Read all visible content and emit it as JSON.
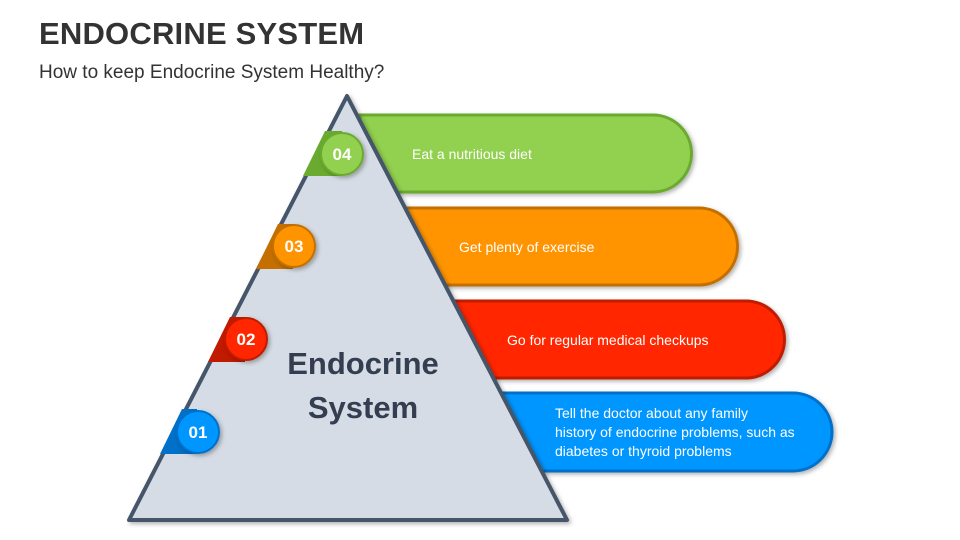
{
  "header": {
    "title": "ENDOCRINE SYSTEM",
    "subtitle": "How to keep Endocrine System Healthy?"
  },
  "pyramid": {
    "label_line1": "Endocrine",
    "label_line2": "System"
  },
  "steps": [
    {
      "number": "04",
      "text": "Eat a nutritious diet",
      "color": "#92d050",
      "dark": "#6aaa2f"
    },
    {
      "number": "03",
      "text": "Get plenty of exercise",
      "color": "#ff9400",
      "dark": "#c46f00"
    },
    {
      "number": "02",
      "text": "Go for regular medical checkups",
      "color": "#ff2600",
      "dark": "#c01a00"
    },
    {
      "number": "01",
      "text_lines": [
        "Tell the doctor about any family",
        "history of endocrine problems, such as",
        "diabetes or thyroid problems"
      ],
      "color": "#0096ff",
      "dark": "#0070c8"
    }
  ]
}
